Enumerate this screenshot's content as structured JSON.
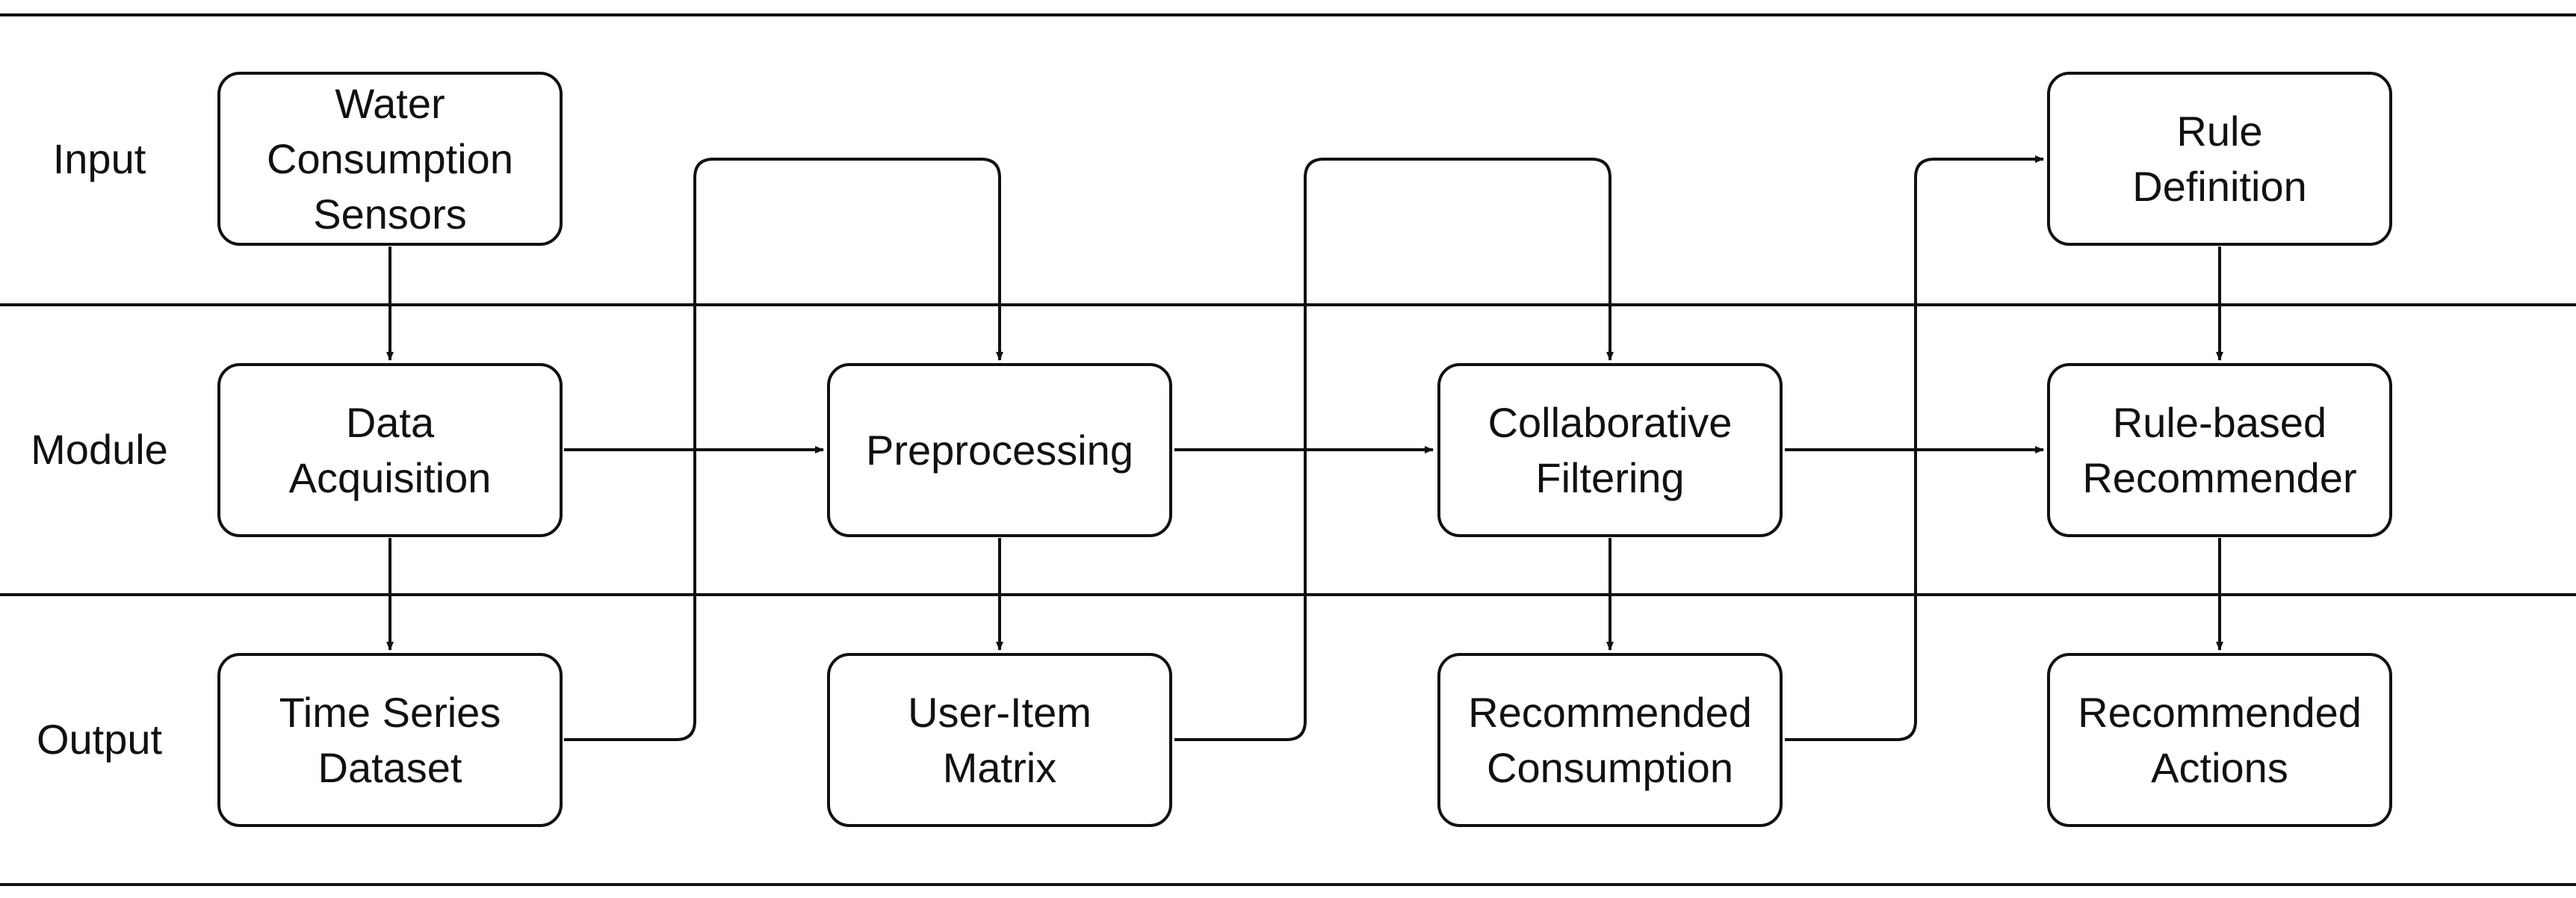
{
  "rows": {
    "input": "Input",
    "module": "Module",
    "output": "Output"
  },
  "nodes": {
    "water_sensors": [
      "Water",
      "Consumption",
      "Sensors"
    ],
    "rule_definition": [
      "Rule",
      "Definition"
    ],
    "data_acquisition": [
      "Data",
      "Acquisition"
    ],
    "preprocessing": [
      "Preprocessing"
    ],
    "collaborative_filtering": [
      "Collaborative",
      "Filtering"
    ],
    "rule_based_recommender": [
      "Rule-based",
      "Recommender"
    ],
    "time_series_dataset": [
      "Time Series",
      "Dataset"
    ],
    "user_item_matrix": [
      "User-Item",
      "Matrix"
    ],
    "recommended_consumption": [
      "Recommended",
      "Consumption"
    ],
    "recommended_actions": [
      "Recommended",
      "Actions"
    ]
  },
  "edges": [
    [
      "water_sensors",
      "data_acquisition"
    ],
    [
      "data_acquisition",
      "time_series_dataset"
    ],
    [
      "data_acquisition",
      "preprocessing"
    ],
    [
      "time_series_dataset",
      "preprocessing"
    ],
    [
      "preprocessing",
      "user_item_matrix"
    ],
    [
      "preprocessing",
      "collaborative_filtering"
    ],
    [
      "user_item_matrix",
      "collaborative_filtering"
    ],
    [
      "collaborative_filtering",
      "recommended_consumption"
    ],
    [
      "collaborative_filtering",
      "rule_based_recommender"
    ],
    [
      "recommended_consumption",
      "rule_definition"
    ],
    [
      "rule_definition",
      "rule_based_recommender"
    ],
    [
      "rule_based_recommender",
      "recommended_actions"
    ]
  ]
}
